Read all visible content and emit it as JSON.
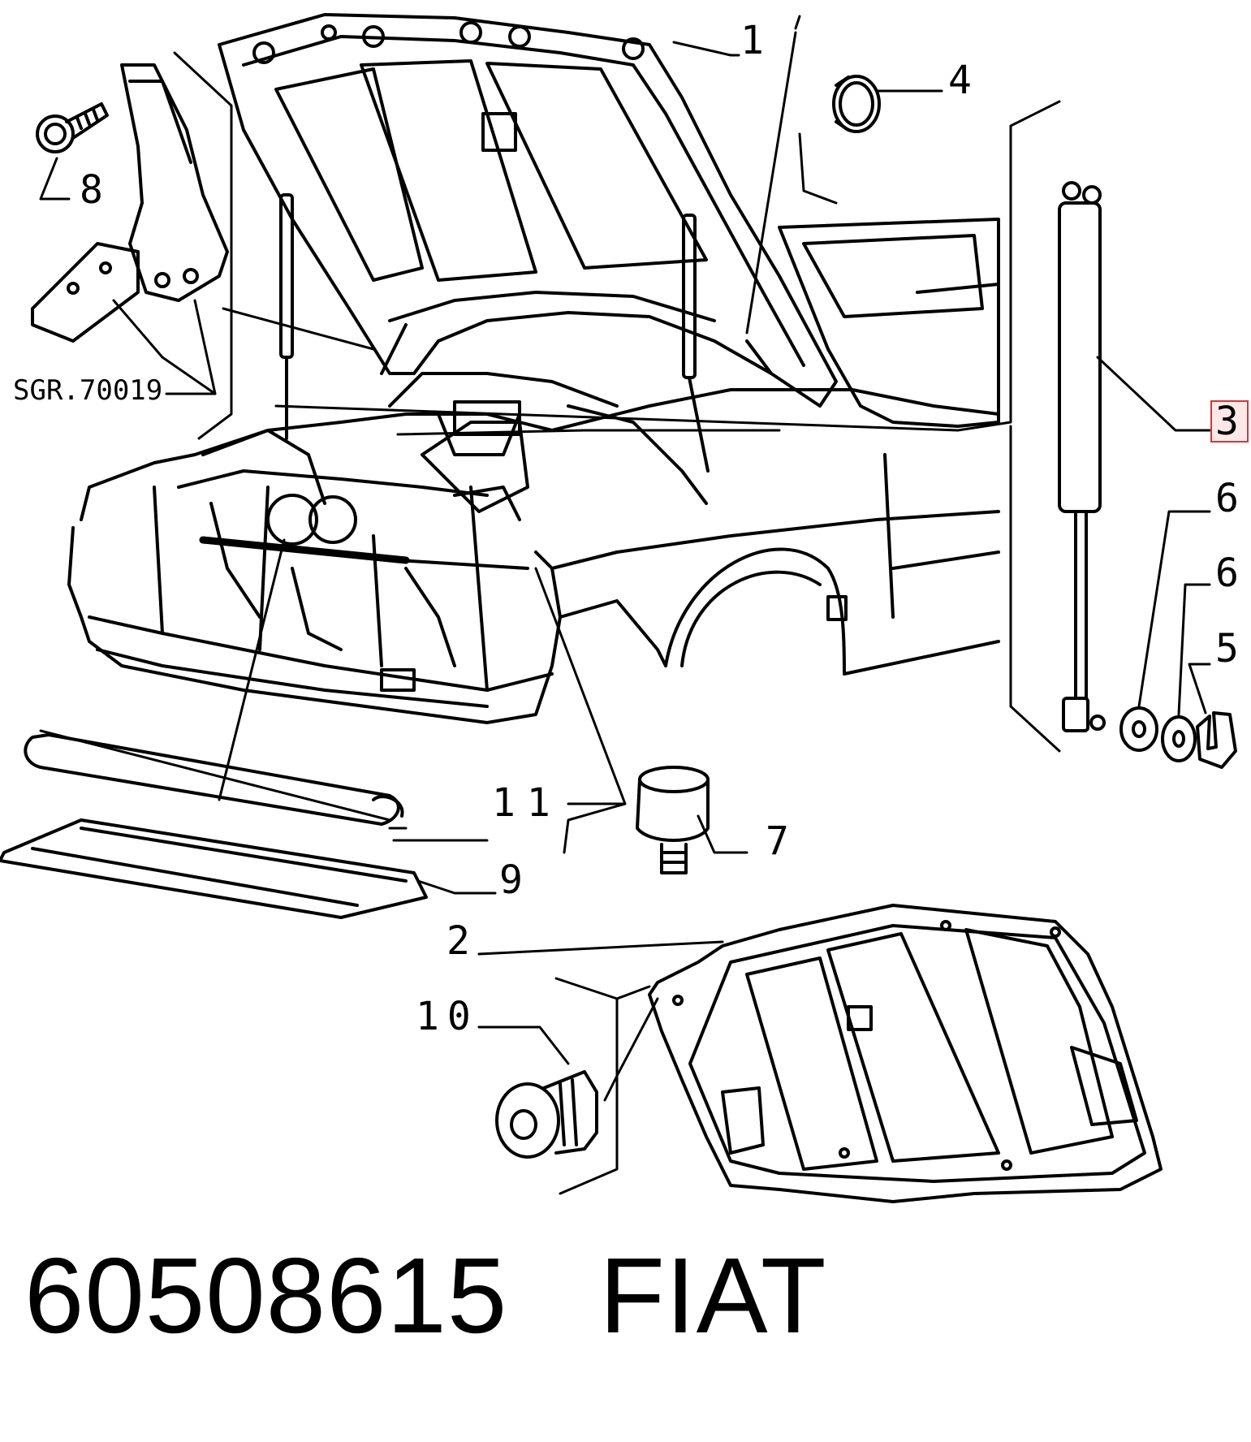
{
  "callouts": {
    "c1": "1",
    "c2": "2",
    "c3": "3",
    "c4": "4",
    "c5": "5",
    "c6a": "6",
    "c6b": "6",
    "c7": "7",
    "c8": "8",
    "c9": "9",
    "c10": "10",
    "c11": "11"
  },
  "reference_code": "SGR.70019",
  "highlighted_callout": "3",
  "caption": {
    "part_number": "60508615",
    "brand": "FIAT"
  },
  "colors": {
    "ink": "#000000",
    "highlight_border": "#dd3333",
    "highlight_fill": "#fde7e7"
  }
}
